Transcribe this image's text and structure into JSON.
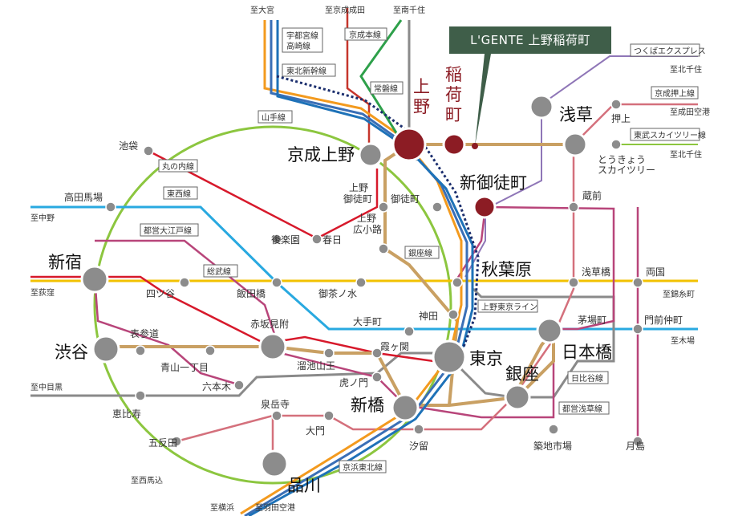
{
  "callout": "L'GENTE 上野稲荷町",
  "stations": {
    "ueno": "上野",
    "inaricho": "稲荷町",
    "keisei_ueno": "京成上野",
    "shin_okachimachi": "新御徒町",
    "asakusa": "浅草",
    "akihabara": "秋葉原",
    "shinjuku": "新宿",
    "shibuya": "渋谷",
    "tokyo": "東京",
    "nihonbashi": "日本橋",
    "ginza": "銀座",
    "shimbashi": "新橋",
    "akasaka_mitsuke": "赤坂見附",
    "shinagawa": "品川",
    "ikebukuro": "池袋",
    "takadanobaba": "高田馬場",
    "korakuen": "後楽園",
    "kasuga": "春日",
    "ueno_okachimachi": "上野\n御徒町",
    "okachimachi": "御徒町",
    "ueno_hirokoji": "上野\n広小路",
    "yotsuya": "四ツ谷",
    "iidabashi": "飯田橋",
    "ochanomizu": "御茶ノ水",
    "otemachi": "大手町",
    "kanda": "神田",
    "kasumigaseki": "霞ヶ関",
    "tameike_sanno": "溜池山王",
    "toranomon": "虎ノ門",
    "omotesando": "表参道",
    "aoyama_itchome": "青山一丁目",
    "roppongi": "六本木",
    "ebisu": "恵比寿",
    "gotanda": "五反田",
    "sengakuji": "泉岳寺",
    "daimon": "大門",
    "shiodome": "汐留",
    "tsukiji_shijo": "築地市場",
    "tsukishima": "月島",
    "kayabacho": "茅場町",
    "asakusabashi": "浅草橋",
    "ryogoku": "両国",
    "monzen_nakacho": "門前仲町",
    "kuramae": "蔵前",
    "oshiage": "押上",
    "tokyo_skytree": "とうきょう\nスカイツリー"
  },
  "destinations": {
    "to_omiya": "至大宮",
    "to_keisei_narita": "至京成成田",
    "to_minami_senju": "至南千住",
    "to_kita_senju_1": "至北千住",
    "to_narita_airport": "至成田空港",
    "to_kita_senju_2": "至北千住",
    "to_nakano": "至中野",
    "to_ogikubo": "至荻窪",
    "to_nishi_funabashi_1": "至錦糸町",
    "to_nishi_funabashi_2": "至木場",
    "to_naka_meguro": "至中目黒",
    "to_nishi_magome": "至西馬込",
    "to_yokohama": "至横浜",
    "to_haneda": "至羽田空港"
  },
  "line_labels": {
    "utsunomiya_takasaki": "宇都宮線\n高崎線",
    "tohoku_shinkansen": "東北新幹線",
    "keisei_main": "京成本線",
    "joban": "常磐線",
    "yamanote": "山手線",
    "marunouchi": "丸の内線",
    "tozai": "東西線",
    "oedo": "都営大江戸線",
    "sobu": "総武線",
    "ginza_line": "銀座線",
    "ueno_tokyo_line": "上野東京ライン",
    "keihin_tohoku": "京浜東北線",
    "hibiya": "日比谷線",
    "asakusa_line": "都営浅草線",
    "tsukuba_express": "つくばエクスプレス",
    "keisei_oshiage": "京成押上線",
    "tobu_skytree": "東武スカイツリー線"
  },
  "colors": {
    "yamanote": "#8cc63f",
    "ginza": "#c9a063",
    "marunouchi": "#d7192b",
    "tozai": "#29a9e0",
    "oedo": "#b8457a",
    "sobu": "#f2c200",
    "hibiya": "#8a8a8a",
    "hanzomon": "#8f76b7",
    "asakusa_line": "#d4707c",
    "keihin_tohoku": "#1e72b8",
    "joban": "#2ea04a",
    "utsunomiya": "#f39a1e",
    "tohoku_shinkansen": "#3a6fb6",
    "keisei": "#c6352c",
    "ueno_tokyo_line": "#1c2f6e",
    "hub_station": "#8c8c8c",
    "ueno_station": "#8c1c24",
    "callout": "#3f5e49"
  }
}
